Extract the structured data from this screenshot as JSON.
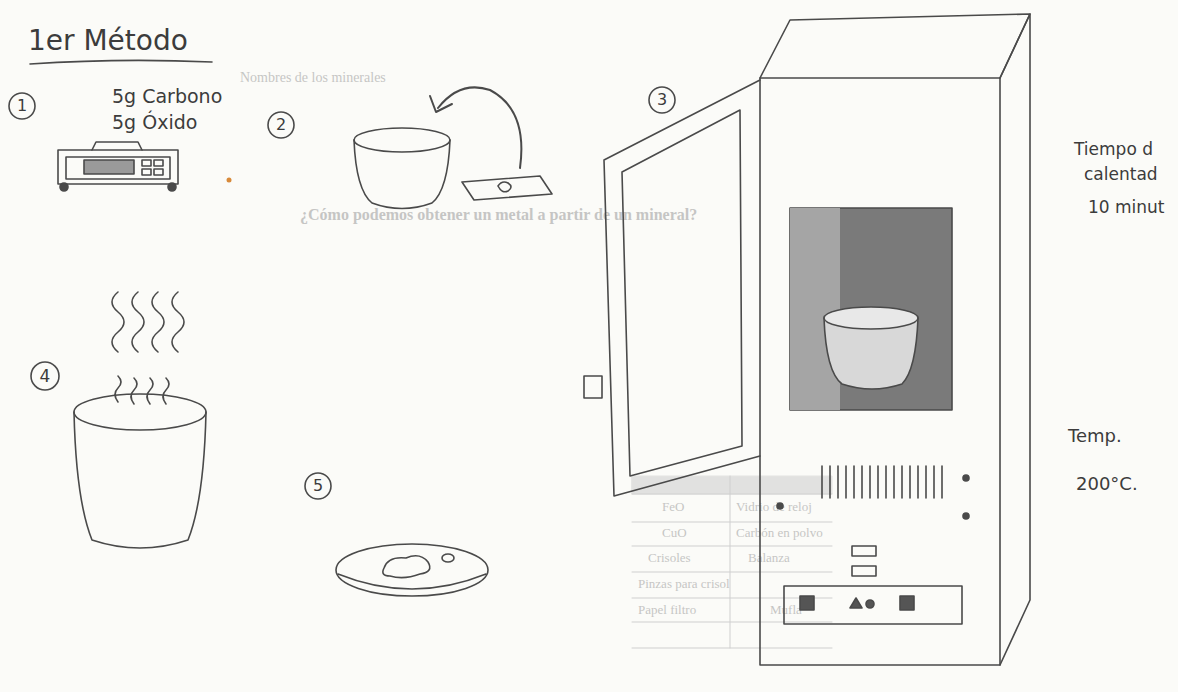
{
  "diagram": {
    "title": "1er Método",
    "labels": [
      "1",
      "5g Carbono",
      "5g Óxido",
      "2",
      "3",
      "Tiempo d",
      "calentad",
      "10 minut",
      "Temp.",
      "200°C.",
      "4",
      "5",
      "Nombres de los minerales",
      "¿Cómo podemos obtener un metal a partir de un mineral?",
      "FeO",
      "Vidrio de reloj",
      "CuO",
      "Carbón en polvo",
      "Crisoles",
      "Balanza",
      "Pinzas para crisol",
      "Mufla",
      "Papel filtro"
    ]
  }
}
